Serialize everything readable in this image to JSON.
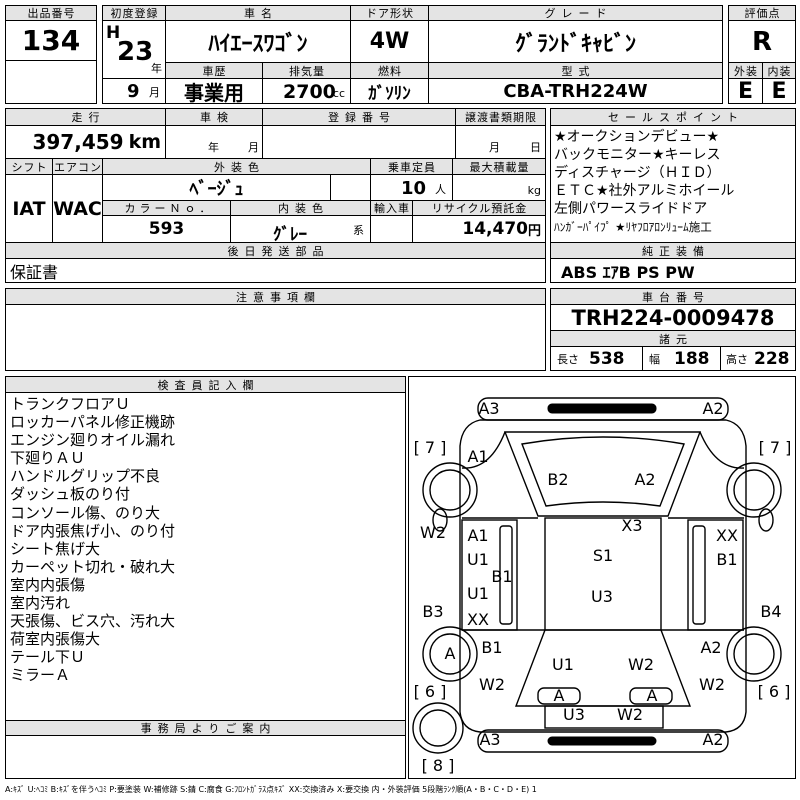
{
  "lot": {
    "label": "出品番号",
    "value": "134"
  },
  "first_reg": {
    "label": "初度登録",
    "era": "H",
    "year": "23",
    "year_unit": "年",
    "month": "9",
    "month_unit": "月"
  },
  "car_name": {
    "label": "車名",
    "value": "ﾊｲｴｰｽﾜｺﾞﾝ"
  },
  "door": {
    "label": "ドア形状",
    "value": "4W"
  },
  "grade": {
    "label": "グレード",
    "value": "ｸﾞﾗﾝﾄﾞｷｬﾋﾞﾝ"
  },
  "score": {
    "label": "評価点",
    "value": "R"
  },
  "history": {
    "label": "車歴",
    "value": "事業用"
  },
  "displacement": {
    "label": "排気量",
    "value": "2700",
    "unit": "cc"
  },
  "fuel": {
    "label": "燃料",
    "value": "ｶﾞｿﾘﾝ"
  },
  "model_code": {
    "label": "型式",
    "value": "CBA-TRH224W"
  },
  "exterior_grade": {
    "label": "外装",
    "value": "E"
  },
  "interior_grade": {
    "label": "内装",
    "value": "E"
  },
  "mileage": {
    "label": "走行",
    "value": "397,459",
    "unit": "km"
  },
  "shaken": {
    "label": "車検",
    "year_unit": "年",
    "month_unit": "月"
  },
  "reg_number": {
    "label": "登録番号"
  },
  "doc_deadline": {
    "label": "譲渡書類期限",
    "month_unit": "月",
    "day_unit": "日"
  },
  "sales_points": {
    "label": "セールスポイント",
    "lines": [
      "★オークションデビュー★",
      "バックモニター★キーレス",
      "ディスチャージ（ＨＩＤ）",
      "ＥＴＣ★社外アルミホイール",
      "左側パワースライドドア",
      "ﾊﾝｶﾞｰﾊﾟｲﾌﾟ ★ﾘﾔﾌﾛｱﾛﾝﾘｭｰﾑ施工"
    ]
  },
  "shift": {
    "label": "シフト",
    "value": "IAT"
  },
  "ac": {
    "label": "エアコン",
    "value": "WAC"
  },
  "ext_color": {
    "label": "外装色",
    "value": "ﾍﾞｰｼﾞｭ"
  },
  "capacity": {
    "label": "乗車定員",
    "value": "10",
    "unit": "人"
  },
  "max_load": {
    "label": "最大積載量",
    "unit": "kg"
  },
  "color_no": {
    "label": "カラーＮｏ．",
    "value": "593"
  },
  "int_color": {
    "label": "内装色",
    "value": "ｸﾞﾚｰ",
    "suffix": "系"
  },
  "import_car": {
    "label": "輸入車"
  },
  "recycle": {
    "label": "リサイクル預託金",
    "value": "14,470",
    "unit": "円"
  },
  "later_parts": {
    "label": "後日発送部品",
    "value": "保証書"
  },
  "factory_equip": {
    "label": "純正装備",
    "value": "ABS ｴｱB PS PW"
  },
  "notes": {
    "label": "注意事項欄"
  },
  "chassis": {
    "label": "車台番号",
    "value": "TRH224-0009478"
  },
  "specs": {
    "label": "諸元",
    "length_label": "長さ",
    "length": "538",
    "width_label": "幅",
    "width": "188",
    "height_label": "高さ",
    "height": "228"
  },
  "inspector": {
    "label": "検査員記入欄",
    "items": [
      "トランクフロアＵ",
      "ロッカーパネル修正機跡",
      "エンジン廻りオイル漏れ",
      "下廻りＡＵ",
      "ハンドルグリップ不良",
      "ダッシュ板のり付",
      "コンソール傷、のり大",
      "ドア内張焦げ小、のり付",
      "シート焦げ大",
      "カーペット切れ・破れ大",
      "室内内張傷",
      "室内汚れ",
      "天張傷、ビス穴、汚れ大",
      "荷室内張傷大",
      "テール下Ｕ",
      "ミラーＡ"
    ]
  },
  "office": {
    "label": "事務局よりご案内"
  },
  "diagram": {
    "marks": [
      "A3",
      "A2",
      "[ 7 ]",
      "[ 7 ]",
      "A1",
      "B2",
      "A2",
      "W2",
      "X3",
      "A1",
      "XX",
      "S1",
      "U1",
      "B1",
      "B1",
      "U1",
      "U3",
      "B3",
      "B4",
      "XX",
      "B1",
      "A2",
      "A",
      "U1",
      "W2",
      "W2",
      "W2",
      "[ 6 ]",
      "[ 6 ]",
      "A",
      "A",
      "U3",
      "W2",
      "A3",
      "A2",
      "[ 8 ]"
    ]
  },
  "legend": "A:ｷｽﾞ U:ﾍｺﾐ B:ｷｽﾞを伴うﾍｺﾐ P:要塗装 W:補修跡 S:錆 C:腐食 G:ﾌﾛﾝﾄｶﾞﾗｽ点ｷｽﾞ XX:交換済み X:要交換 内・外装評価 5段階ﾗﾝｸ順(A・B・C・D・E) 1"
}
